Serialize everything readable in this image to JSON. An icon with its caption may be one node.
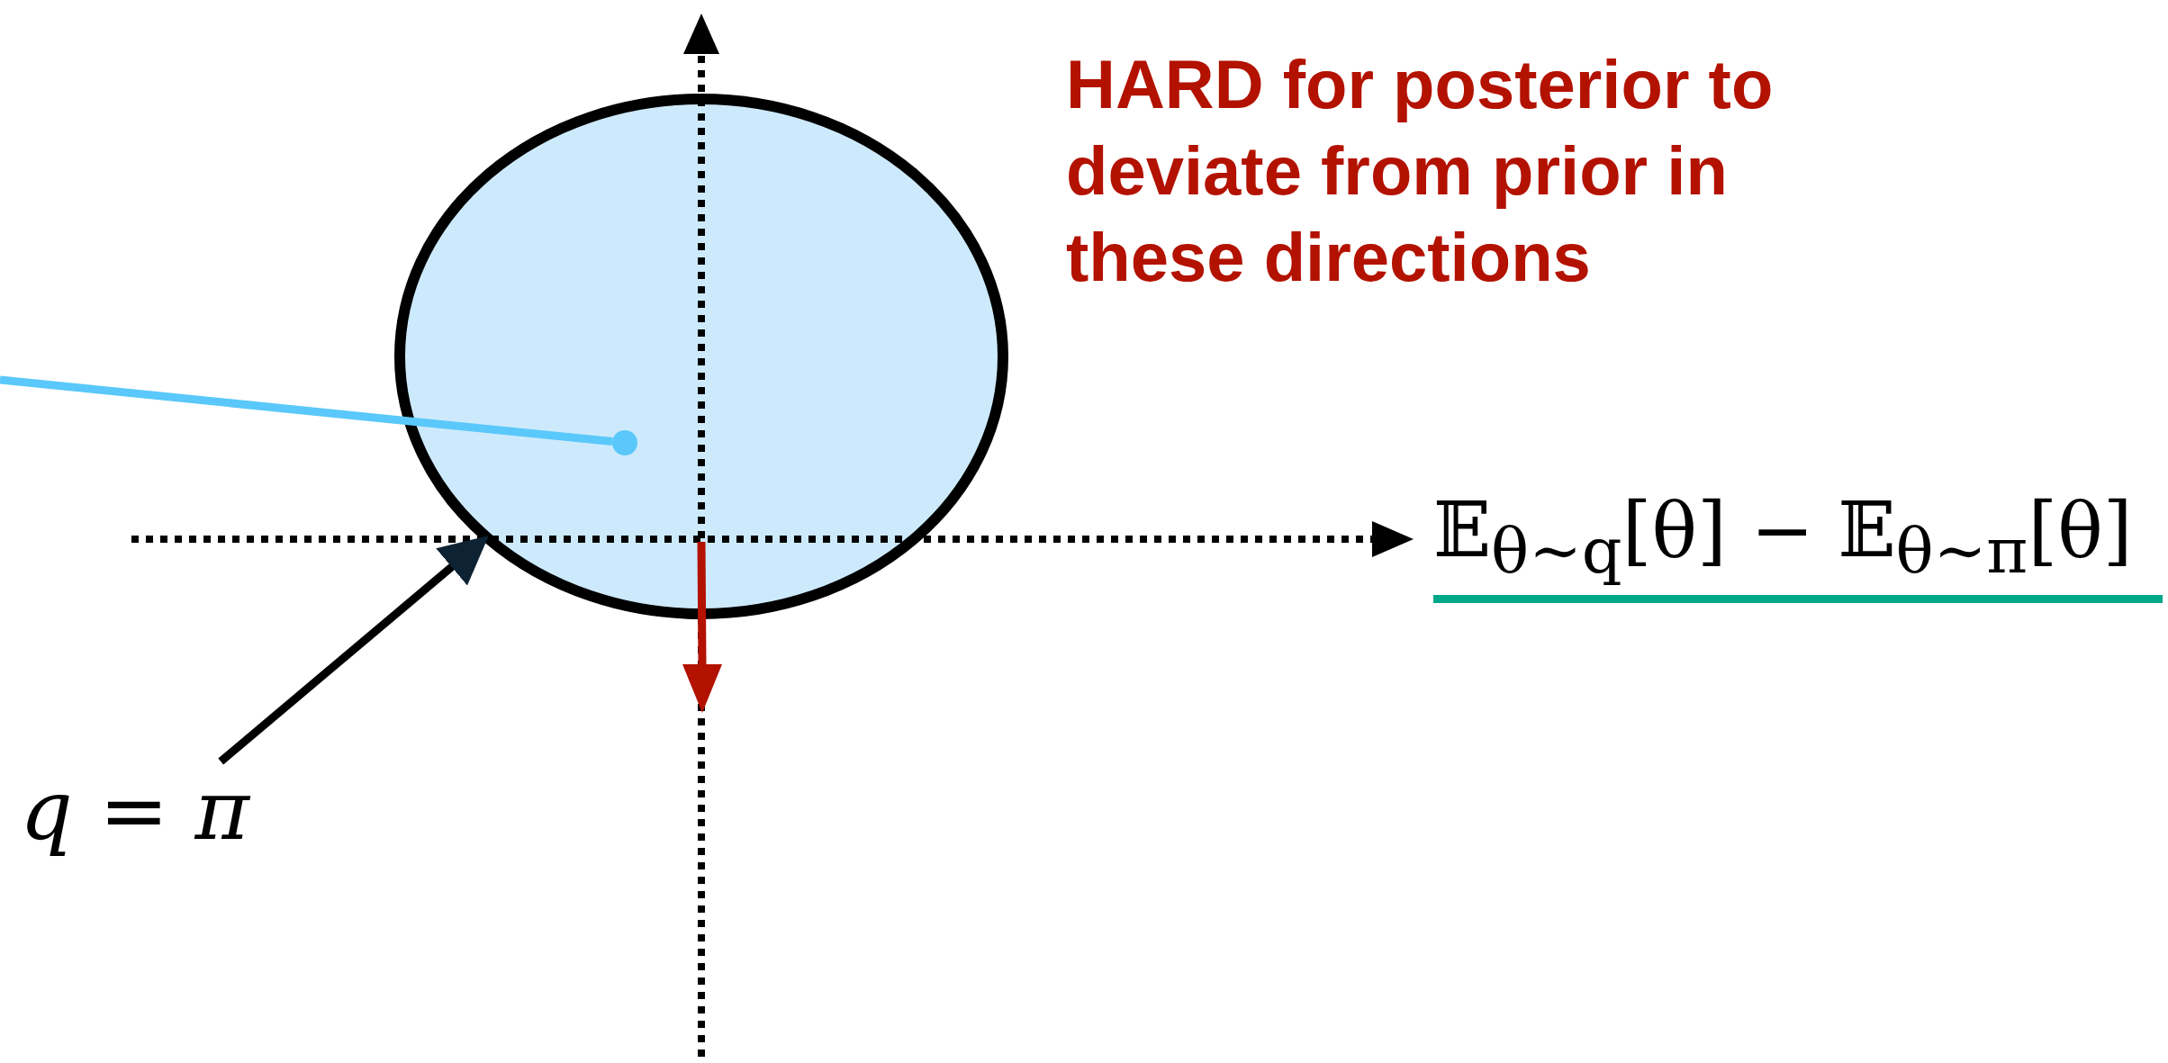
{
  "diagram": {
    "nodes": [
      {
        "text": [],
        "shape": "ellipse"
      },
      {
        "text": [],
        "shape": "circle",
        "in": 0
      },
      {
        "text": [
          "q = π"
        ]
      }
    ],
    "edges": [
      {
        "from": null,
        "to": 1,
        "arrow": "none",
        "color": "#5ac8fa"
      },
      {
        "from": 2,
        "to": 0,
        "arrow": "to",
        "color": "#000000"
      }
    ],
    "labels": [
      "HARD for posterior to deviate from prior in these directions",
      "𝔼$_{θ∼q}$[θ] − 𝔼$_{θ∼π}$[θ]"
    ]
  }
}
